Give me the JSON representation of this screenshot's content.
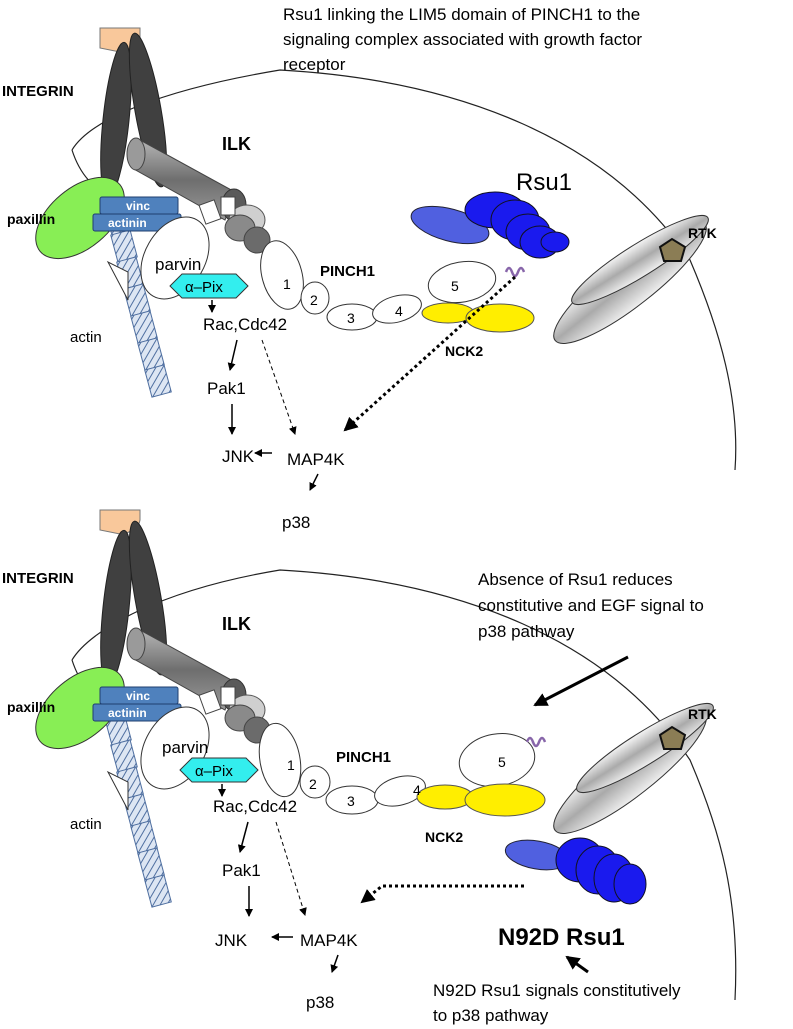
{
  "panel_top": {
    "caption_lines": [
      "Rsu1 linking the LIM5 domain of PINCH1 to the",
      "signaling complex associated with growth factor",
      "receptor"
    ],
    "integrin_label": "INTEGRIN",
    "ilk_label": "ILK",
    "paxillin_label": "paxillin",
    "vinc_label": "vinc",
    "actinin_label": "actinin",
    "actin_label": "actin",
    "parvin_label": "parvin",
    "alpha_pix_label": "α–Pix",
    "pinch1_label": "PINCH1",
    "lim_numbers": [
      "1",
      "2",
      "3",
      "4",
      "5"
    ],
    "rsu1_label": "Rsu1",
    "rtk_label": "RTK",
    "nck2_label": "NCK2",
    "rac_cdc42_label": "Rac,Cdc42",
    "pak1_label": "Pak1",
    "jnk_label": "JNK",
    "map4k_label": "MAP4K",
    "p38_label": "p38"
  },
  "panel_bottom": {
    "integrin_label": "INTEGRIN",
    "ilk_label": "ILK",
    "paxillin_label": "paxillin",
    "vinc_label": "vinc",
    "actinin_label": "actinin",
    "actin_label": "actin",
    "parvin_label": "parvin",
    "alpha_pix_label": "α–Pix",
    "pinch1_label": "PINCH1",
    "lim_numbers": [
      "1",
      "2",
      "3",
      "4",
      "5"
    ],
    "rtk_label": "RTK",
    "nck2_label": "NCK2",
    "rac_cdc42_label": "Rac,Cdc42",
    "pak1_label": "Pak1",
    "jnk_label": "JNK",
    "map4k_label": "MAP4K",
    "p38_label": "p38",
    "absence_note_lines": [
      "Absence of Rsu1 reduces",
      "constitutive and EGF signal to",
      "p38 pathway"
    ],
    "n92d_label": "N92D Rsu1",
    "n92d_note_lines": [
      "N92D Rsu1 signals constitutively",
      "to p38 pathway"
    ]
  },
  "colors": {
    "integrin_head": "#f9c89b",
    "integrin_leg": "#404040",
    "ilk_body": "#8f8f8f",
    "paxillin": "#88ee55",
    "vinc_actinin": "#4f81bd",
    "alpha_pix": "#33eeee",
    "rsu1_blue": "#1a1aee",
    "rsu1_light": "#5060e0",
    "nck2": "#ffee00",
    "rtk_pentagon": "#8b7d55",
    "lim5_squiggle": "#8866aa"
  }
}
